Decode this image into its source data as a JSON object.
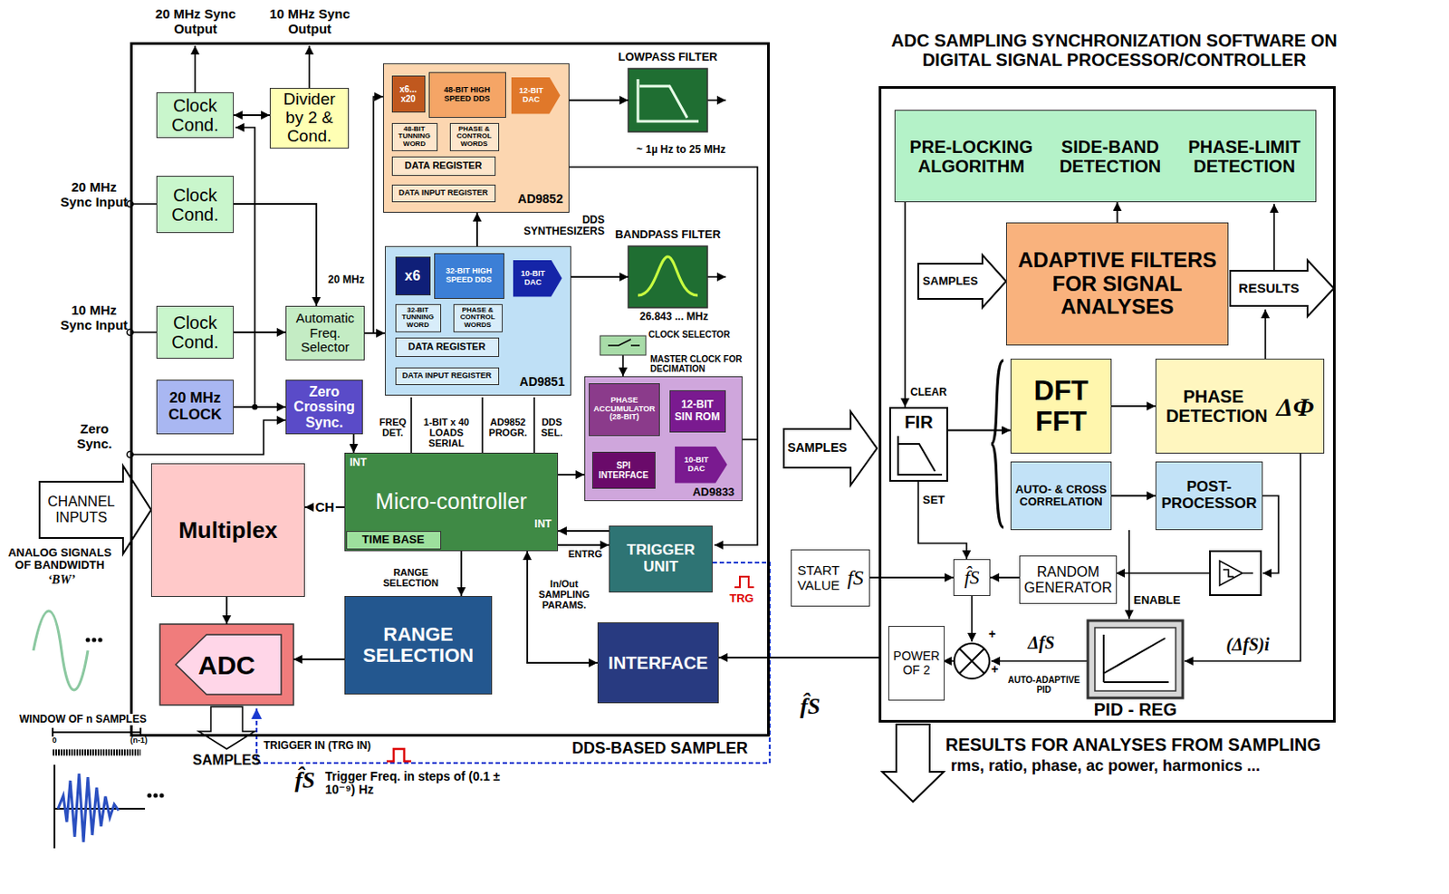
{
  "diagram": {
    "nodes": [
      {
        "text": [
          "DDS-BASED SAMPLER"
        ]
      },
      {
        "text": [
          "Clock Cond."
        ],
        "in": 0
      },
      {
        "text": [
          "Divider by 2 & Cond."
        ],
        "in": 0
      },
      {
        "text": [
          "Clock Cond."
        ],
        "in": 0
      },
      {
        "text": [
          "Clock Cond."
        ],
        "in": 0
      },
      {
        "text": [
          "Automatic Freq. Selector"
        ],
        "in": 0
      },
      {
        "text": [
          "20 MHz CLOCK"
        ],
        "in": 0
      },
      {
        "text": [
          "Zero Crossing Sync."
        ],
        "in": 0
      },
      {
        "text": [
          "AD9852"
        ],
        "in": 0
      },
      {
        "text": [
          "x6... x20"
        ],
        "in": 8
      },
      {
        "text": [
          "48-BIT HIGH SPEED DDS"
        ],
        "in": 8
      },
      {
        "text": [
          "12-BIT DAC"
        ],
        "in": 8
      },
      {
        "text": [
          "48-BIT TUNNING WORD"
        ],
        "in": 8
      },
      {
        "text": [
          "PHASE & CONTROL WORDS"
        ],
        "in": 8
      },
      {
        "text": [
          "DATA REGISTER"
        ],
        "in": 8
      },
      {
        "text": [
          "DATA INPUT REGISTER"
        ],
        "in": 8
      },
      {
        "text": [
          "LOWPASS FILTER"
        ],
        "in": 0
      },
      {
        "text": [
          "AD9851"
        ],
        "in": 0
      },
      {
        "text": [
          "x6"
        ],
        "in": 17
      },
      {
        "text": [
          "32-BIT HIGH SPEED DDS"
        ],
        "in": 17
      },
      {
        "text": [
          "10-BIT DAC"
        ],
        "in": 17
      },
      {
        "text": [
          "32-BIT TUNNING WORD"
        ],
        "in": 17
      },
      {
        "text": [
          "PHASE & CONTROL WORDS"
        ],
        "in": 17
      },
      {
        "text": [
          "DATA REGISTER"
        ],
        "in": 17
      },
      {
        "text": [
          "DATA INPUT REGISTER"
        ],
        "in": 17
      },
      {
        "text": [
          "BANDPASS FILTER"
        ],
        "in": 0
      },
      {
        "text": [
          "AD9833"
        ],
        "in": 0
      },
      {
        "text": [
          "PHASE ACCUMULATOR (28-BIT)"
        ],
        "in": 26
      },
      {
        "text": [
          "12-BIT SIN ROM"
        ],
        "in": 26
      },
      {
        "text": [
          "SPI INTERFACE"
        ],
        "in": 26
      },
      {
        "text": [
          "10-BIT DAC"
        ],
        "in": 26
      },
      {
        "text": [
          "Micro-controller"
        ],
        "in": 0
      },
      {
        "text": [
          "TIME BASE"
        ],
        "in": 31
      },
      {
        "text": [
          "Multiplex"
        ],
        "in": 0
      },
      {
        "text": [
          "ADC"
        ],
        "in": 0
      },
      {
        "text": [
          "RANGE SELECTION"
        ],
        "in": 0
      },
      {
        "text": [
          "INTERFACE"
        ],
        "in": 0
      },
      {
        "text": [
          "TRIGGER UNIT"
        ],
        "in": 0
      },
      {
        "text": [
          "CHANNEL INPUTS"
        ]
      },
      {
        "text": [
          "ADC SAMPLING SYNCHRONIZATION SOFTWARE ON DIGITAL SIGNAL PROCESSOR/CONTROLLER"
        ]
      },
      {
        "text": [
          "PRE-LOCKING ALGORITHM",
          "SIDE-BAND DETECTION",
          "PHASE-LIMIT DETECTION"
        ],
        "in": 39
      },
      {
        "text": [
          "ADAPTIVE FILTERS FOR SIGNAL ANALYSES"
        ],
        "in": 39
      },
      {
        "text": [
          "SAMPLES"
        ],
        "in": 39
      },
      {
        "text": [
          "RESULTS"
        ],
        "in": 39
      },
      {
        "text": [
          "FIR"
        ],
        "in": 39
      },
      {
        "text": [
          "DFT FFT"
        ],
        "in": 39
      },
      {
        "text": [
          "PHASE DETECTION",
          "ΔΦ"
        ],
        "in": 39
      },
      {
        "text": [
          "AUTO- & CROSS CORRELATION"
        ],
        "in": 39
      },
      {
        "text": [
          "POST-PROCESSOR"
        ],
        "in": 39
      },
      {
        "text": [
          "START VALUE",
          "fS"
        ]
      },
      {
        "text": [
          "f̂S"
        ],
        "in": 39
      },
      {
        "text": [
          "RANDOM GENERATOR"
        ],
        "in": 39
      },
      {
        "text": [
          "POWER OF 2"
        ],
        "in": 39
      },
      {
        "text": [
          "PID - REG"
        ],
        "in": 39
      },
      {
        "text": [
          "SAMPLES"
        ]
      }
    ],
    "edges": [
      {
        "from": 1,
        "to": 2,
        "arrow": "both"
      },
      {
        "from": 4,
        "to": 5,
        "arrow": "to"
      },
      {
        "from": 3,
        "to": 5,
        "arrow": "to"
      },
      {
        "from": 6,
        "to": 7,
        "arrow": "to"
      },
      {
        "from": 7,
        "to": 31,
        "arrow": "to"
      },
      {
        "from": 5,
        "to": 17,
        "arrow": "to"
      },
      {
        "from": 17,
        "to": 8,
        "arrow": "to"
      },
      {
        "from": 8,
        "to": 16,
        "arrow": "to"
      },
      {
        "from": 17,
        "to": 25,
        "arrow": "to"
      },
      {
        "from": 31,
        "to": 33,
        "arrow": "to",
        "label": "CH"
      },
      {
        "from": 33,
        "to": 34,
        "arrow": "to"
      },
      {
        "from": 35,
        "to": 34,
        "arrow": "to"
      },
      {
        "from": 31,
        "to": 35,
        "arrow": "to"
      },
      {
        "from": 31,
        "to": 36,
        "arrow": "both"
      },
      {
        "from": 37,
        "to": 31,
        "arrow": "to"
      },
      {
        "from": 31,
        "to": 37,
        "arrow": "to"
      },
      {
        "from": 31,
        "to": 26,
        "arrow": "to"
      },
      {
        "from": 39,
        "to": 36,
        "arrow": "to"
      },
      {
        "from": 41,
        "to": 40,
        "arrow": "to"
      },
      {
        "from": 44,
        "to": 45,
        "arrow": "to"
      },
      {
        "from": 45,
        "to": 46,
        "arrow": "to"
      },
      {
        "from": 47,
        "to": 48,
        "arrow": "to"
      },
      {
        "from": 49,
        "to": 50,
        "arrow": "to"
      },
      {
        "from": 51,
        "to": 50,
        "arrow": "to"
      }
    ],
    "labels": [
      "20 MHz Sync Output",
      "10 MHz Sync Output",
      "20 MHz Sync Input",
      "10 MHz Sync Input",
      "Zero Sync.",
      "20 MHz",
      "DDS SYNTHESIZERS",
      "~ 1µ Hz to 25 MHz",
      "26.843 ... MHz",
      "CLOCK SELECTOR",
      "MASTER CLOCK FOR DECIMATION",
      "FREQ DET.",
      "1-BIT x 40 LOADS SERIAL",
      "AD9852 PROGR.",
      "DDS SEL.",
      "INT",
      "INT",
      "RANGE SELECTION",
      "In/Out SAMPLING PARAMS.",
      "ENTRG",
      "TRG",
      "ANALOG SIGNALS OF BANDWIDTH",
      "‘BW’",
      "WINDOW OF n SAMPLES",
      "0",
      "(n-1)",
      "SAMPLES",
      "TRIGGER IN (TRG IN)",
      "f̂S",
      "f̂S",
      "Trigger Freq. in steps of (0.1 ± 10⁻⁹) Hz",
      "CLEAR",
      "SET",
      "ENABLE",
      "+",
      "+",
      "ΔfS",
      "(ΔfS)i",
      "AUTO-ADAPTIVE PID",
      "RESULTS FOR ANALYSES FROM SAMPLING",
      "rms, ratio, phase, ac power, harmonics ..."
    ]
  }
}
